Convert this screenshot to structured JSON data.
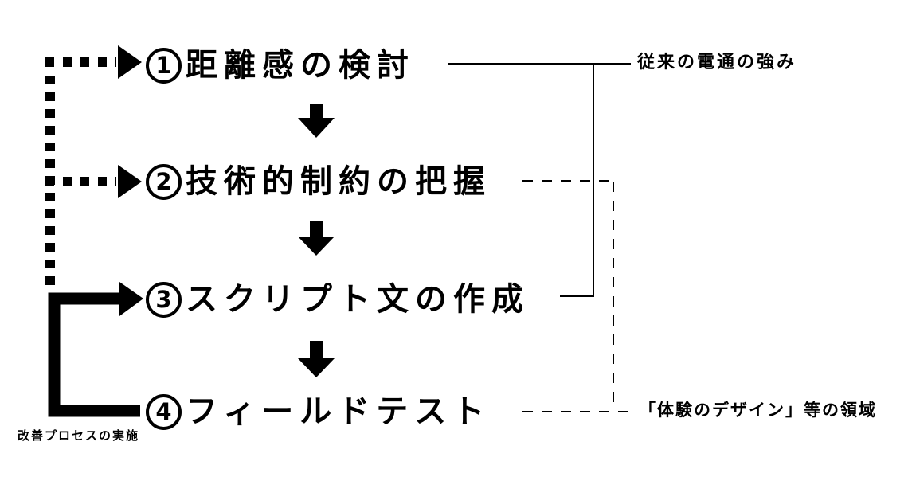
{
  "diagram": {
    "background_color": "#ffffff",
    "ink_color": "#000000",
    "steps": [
      {
        "number": "1",
        "title": "距離感の検討"
      },
      {
        "number": "2",
        "title": "技術的制約の把握"
      },
      {
        "number": "3",
        "title": "スクリプト文の作成"
      },
      {
        "number": "4",
        "title": "フィールドテスト"
      }
    ],
    "annotations": {
      "top_right": "従来の電通の強み",
      "bottom_right": "「体験のデザイン」等の領域",
      "bottom_left": "改善プロセスの実施"
    }
  }
}
